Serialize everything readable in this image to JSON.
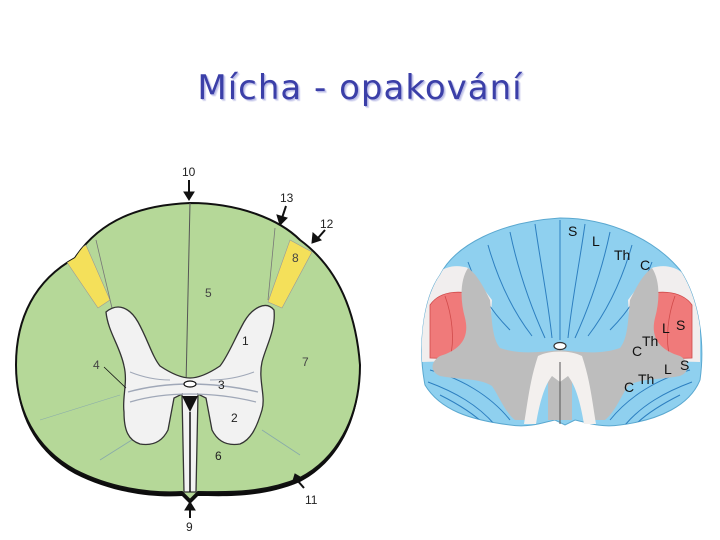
{
  "slide": {
    "title": "Mícha - opakování"
  },
  "left_diagram": {
    "labels": [
      "10",
      "13",
      "12",
      "8",
      "5",
      "1",
      "7",
      "4",
      "3",
      "2",
      "6",
      "11",
      "9"
    ],
    "colors": {
      "white_matter": "#b5d898",
      "grey_matter": "#f2f2f2",
      "yellow_tract": "#f4e05a",
      "outline": "#111111"
    }
  },
  "right_diagram": {
    "labels_dorsal": [
      "S",
      "L",
      "Th",
      "C"
    ],
    "labels_lateral": [
      "L",
      "S",
      "C",
      "Th"
    ],
    "labels_ventral": [
      "C",
      "Th",
      "L",
      "S"
    ],
    "colors": {
      "blue_tracts": "#8fd0ef",
      "red_tracts": "#f07a7a",
      "grey_matter": "#bdbdbd",
      "light_area": "#f1eeee"
    }
  }
}
